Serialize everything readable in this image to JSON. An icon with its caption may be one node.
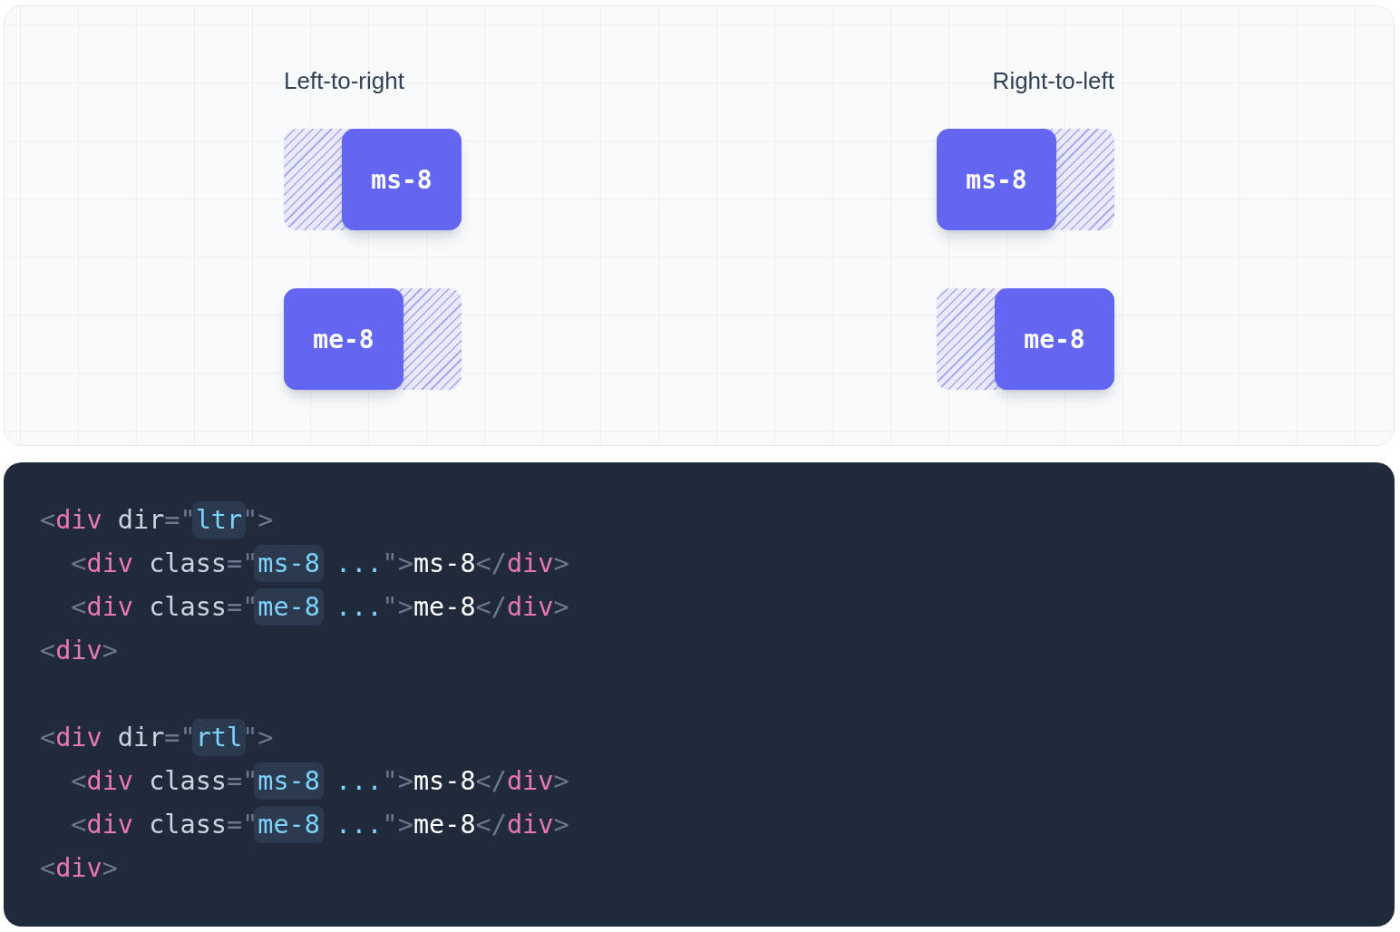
{
  "diagram": {
    "nodes": [
      {
        "text": [],
        "shape": "box"
      },
      {
        "text": [
          "ms-8"
        ]
      },
      {
        "text": [
          "me-8"
        ]
      },
      {
        "text": [],
        "shape": "box"
      },
      {
        "text": [
          "ms-8"
        ]
      },
      {
        "text": [],
        "shape": "box"
      },
      {
        "text": [],
        "shape": "box"
      },
      {
        "text": [
          "me-8"
        ]
      }
    ],
    "labels": [
      "Left-to-right",
      "Right-to-left",
      "<div dir=\"ltr\">",
      "  <div class=\"ms-8 ...\">ms-8</div>",
      "  <div class=\"me-8 ...\">me-8</div>",
      "<div>",
      "<div dir=\"rtl\">",
      "  <div class=\"ms-8 ...\">ms-8</div>",
      "  <div class=\"me-8 ...\">me-8</div>",
      "<div>"
    ]
  }
}
